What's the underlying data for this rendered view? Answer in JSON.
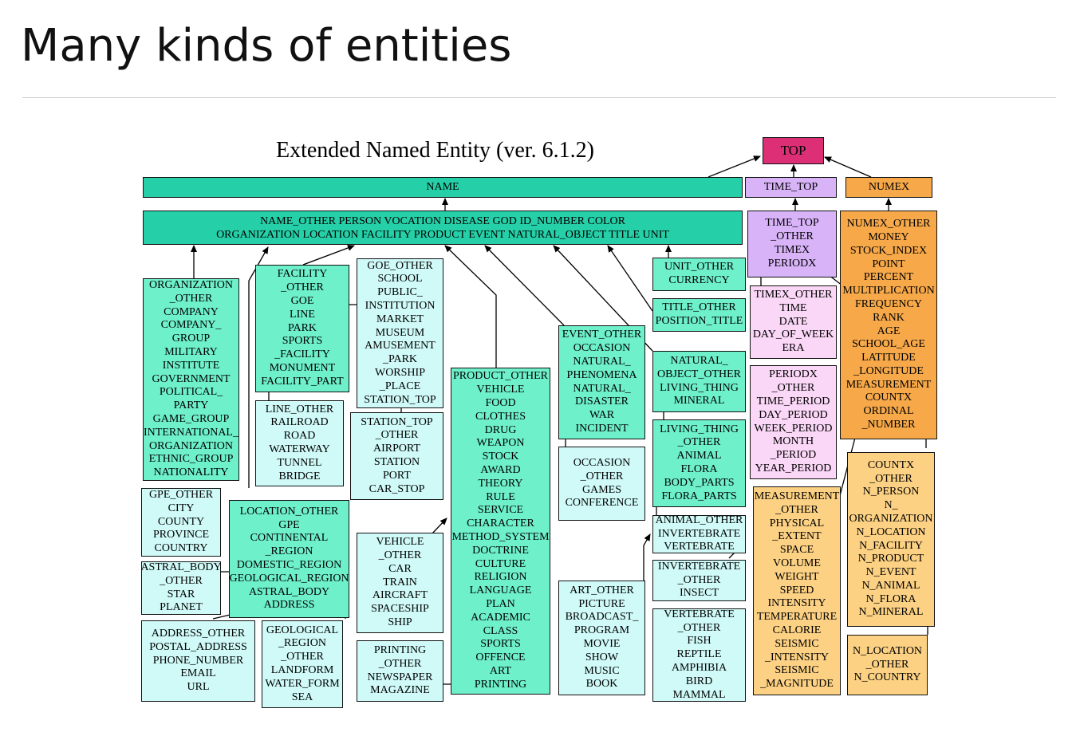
{
  "slide": {
    "title": "Many kinds of entities"
  },
  "diagram": {
    "title": "Extended Named Entity   (ver. 6.1.2)",
    "boxes": [
      {
        "id": "top",
        "lines": [
          "TOP"
        ]
      },
      {
        "id": "name",
        "lines": [
          "NAME"
        ]
      },
      {
        "id": "time-top",
        "lines": [
          "TIME_TOP"
        ]
      },
      {
        "id": "numex",
        "lines": [
          "NUMEX"
        ]
      },
      {
        "id": "name-categories",
        "lines": [
          "NAME_OTHER     PERSON     VOCATION     DISEASE        GOD     ID_NUMBER     COLOR",
          "ORGANIZATION     LOCATION     FACILITY     PRODUCT     EVENT    NATURAL_OBJECT     TITLE     UNIT"
        ]
      },
      {
        "id": "time-top-sub",
        "lines": [
          "TIME_TOP",
          "_OTHER",
          "TIMEX",
          "PERIODX"
        ]
      },
      {
        "id": "numex-sub",
        "lines": [
          "NUMEX_OTHER",
          "MONEY",
          "STOCK_INDEX",
          "POINT",
          "PERCENT",
          "MULTIPLICATION",
          "FREQUENCY",
          "RANK",
          "AGE",
          "SCHOOL_AGE",
          "LATITUDE",
          "_LONGITUDE",
          "MEASUREMENT",
          "COUNTX",
          "ORDINAL",
          "_NUMBER"
        ]
      },
      {
        "id": "organization",
        "lines": [
          "ORGANIZATION",
          "_OTHER",
          "COMPANY",
          "COMPANY_",
          "GROUP",
          "MILITARY",
          "INSTITUTE",
          "GOVERNMENT",
          "POLITICAL_",
          "PARTY",
          "GAME_GROUP",
          "INTERNATIONAL_",
          "ORGANIZATION",
          "ETHNIC_GROUP",
          "NATIONALITY"
        ]
      },
      {
        "id": "facility",
        "lines": [
          "FACILITY",
          "_OTHER",
          "GOE",
          "LINE",
          "PARK",
          "SPORTS",
          "_FACILITY",
          "MONUMENT",
          "FACILITY_PART"
        ]
      },
      {
        "id": "goe",
        "lines": [
          "GOE_OTHER",
          "SCHOOL",
          "PUBLIC_",
          "INSTITUTION",
          "MARKET",
          "MUSEUM",
          "AMUSEMENT",
          "_PARK",
          "WORSHIP",
          "_PLACE",
          "STATION_TOP"
        ]
      },
      {
        "id": "line",
        "lines": [
          "LINE_OTHER",
          "RAILROAD",
          "ROAD",
          "WATERWAY",
          "TUNNEL",
          "BRIDGE"
        ]
      },
      {
        "id": "station-top",
        "lines": [
          "STATION_TOP",
          "_OTHER",
          "AIRPORT",
          "STATION",
          "PORT",
          "CAR_STOP"
        ]
      },
      {
        "id": "product",
        "lines": [
          "PRODUCT_OTHER",
          "VEHICLE",
          "FOOD",
          "CLOTHES",
          "DRUG",
          "WEAPON",
          "STOCK",
          "AWARD",
          "THEORY",
          "RULE",
          "SERVICE",
          "CHARACTER",
          "METHOD_SYSTEM",
          "DOCTRINE",
          "CULTURE",
          "RELIGION",
          "LANGUAGE",
          "PLAN",
          "ACADEMIC",
          "CLASS",
          "SPORTS",
          "OFFENCE",
          "ART",
          "PRINTING"
        ]
      },
      {
        "id": "event",
        "lines": [
          "EVENT_OTHER",
          "OCCASION",
          "NATURAL_",
          "PHENOMENA",
          "NATURAL_",
          "DISASTER",
          "WAR",
          "INCIDENT"
        ]
      },
      {
        "id": "occasion",
        "lines": [
          "OCCASION",
          "_OTHER",
          "GAMES",
          "CONFERENCE"
        ]
      },
      {
        "id": "unit",
        "lines": [
          "UNIT_OTHER",
          "CURRENCY"
        ]
      },
      {
        "id": "title",
        "lines": [
          "TITLE_OTHER",
          "POSITION_TITLE"
        ]
      },
      {
        "id": "natural-object",
        "lines": [
          "NATURAL_",
          "OBJECT_OTHER",
          "LIVING_THING",
          "MINERAL"
        ]
      },
      {
        "id": "living-thing",
        "lines": [
          "LIVING_THING",
          "_OTHER",
          "ANIMAL",
          "FLORA",
          "BODY_PARTS",
          "FLORA_PARTS"
        ]
      },
      {
        "id": "animal",
        "lines": [
          "ANIMAL_OTHER",
          "INVERTEBRATE",
          "VERTEBRATE"
        ]
      },
      {
        "id": "invertebrate",
        "lines": [
          "INVERTEBRATE",
          "_OTHER",
          "INSECT"
        ]
      },
      {
        "id": "vertebrate",
        "lines": [
          "VERTEBRATE",
          "_OTHER",
          "FISH",
          "REPTILE",
          "AMPHIBIA",
          "BIRD",
          "MAMMAL"
        ]
      },
      {
        "id": "timex",
        "lines": [
          "TIMEX_OTHER",
          "TIME",
          "DATE",
          "DAY_OF_WEEK",
          "ERA"
        ]
      },
      {
        "id": "periodx",
        "lines": [
          "PERIODX",
          "_OTHER",
          "TIME_PERIOD",
          "DAY_PERIOD",
          "WEEK_PERIOD",
          "MONTH",
          "_PERIOD",
          "YEAR_PERIOD"
        ]
      },
      {
        "id": "gpe",
        "lines": [
          "GPE_OTHER",
          "CITY",
          "COUNTY",
          "PROVINCE",
          "COUNTRY"
        ]
      },
      {
        "id": "location",
        "lines": [
          "LOCATION_OTHER",
          "GPE",
          "CONTINENTAL",
          "_REGION",
          "DOMESTIC_REGION",
          "GEOLOGICAL_REGION",
          "ASTRAL_BODY",
          "ADDRESS"
        ]
      },
      {
        "id": "astral-body",
        "lines": [
          "ASTRAL_BODY",
          "_OTHER",
          "STAR",
          "PLANET"
        ]
      },
      {
        "id": "address",
        "lines": [
          "ADDRESS_OTHER",
          "POSTAL_ADDRESS",
          "PHONE_NUMBER",
          "EMAIL",
          "URL"
        ]
      },
      {
        "id": "geological-region",
        "lines": [
          "GEOLOGICAL",
          "_REGION",
          "_OTHER",
          "LANDFORM",
          "WATER_FORM",
          "SEA"
        ]
      },
      {
        "id": "vehicle",
        "lines": [
          "VEHICLE",
          "_OTHER",
          "CAR",
          "TRAIN",
          "AIRCRAFT",
          "SPACESHIP",
          "SHIP"
        ]
      },
      {
        "id": "printing",
        "lines": [
          "PRINTING",
          "_OTHER",
          "NEWSPAPER",
          "MAGAZINE"
        ]
      },
      {
        "id": "art",
        "lines": [
          "ART_OTHER",
          "PICTURE",
          "BROADCAST_",
          "PROGRAM",
          "MOVIE",
          "SHOW",
          "MUSIC",
          "BOOK"
        ]
      },
      {
        "id": "measurement",
        "lines": [
          "MEASUREMENT",
          "_OTHER",
          "PHYSICAL",
          "_EXTENT",
          "SPACE",
          "VOLUME",
          "WEIGHT",
          "SPEED",
          "INTENSITY",
          "TEMPERATURE",
          "CALORIE",
          "SEISMIC",
          "_INTENSITY",
          "SEISMIC",
          "_MAGNITUDE"
        ]
      },
      {
        "id": "countx",
        "lines": [
          "COUNTX",
          "_OTHER",
          "N_PERSON",
          "N_",
          "ORGANIZATION",
          "N_LOCATION",
          "N_FACILITY",
          "N_PRODUCT",
          "N_EVENT",
          "N_ANIMAL",
          "N_FLORA",
          "N_MINERAL"
        ]
      },
      {
        "id": "n-location",
        "lines": [
          "N_LOCATION",
          "_OTHER",
          "N_COUNTRY"
        ]
      }
    ]
  },
  "colors": {
    "name_bar": "#25cfa7",
    "mint": "#6ef0cb",
    "aqua": "#86f5df",
    "pale": "#cffaf8",
    "top": "#dc2f76",
    "time_top": "#d8b3f8",
    "time_sub": "#fbd7f7",
    "numex": "#f7a94a",
    "numex_sub": "#fcd183"
  }
}
